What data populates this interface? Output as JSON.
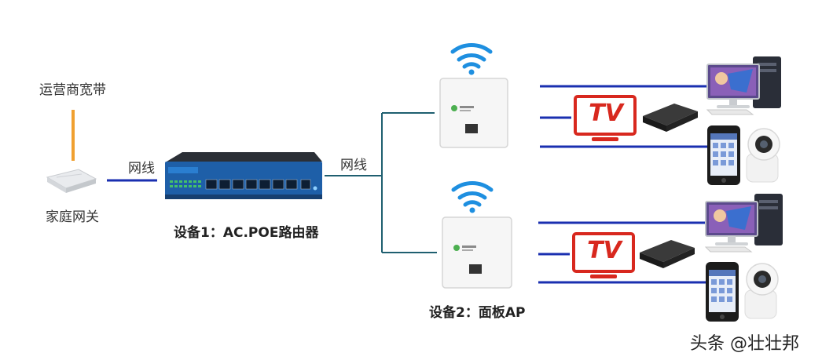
{
  "labels": {
    "isp": "运营商宽带",
    "home_gateway": "家庭网关",
    "cable_left": "网线",
    "cable_right": "网线",
    "device1": "设备1：AC.POE路由器",
    "device2": "设备2：面板AP",
    "watermark": "头条 @壮壮邦"
  },
  "tv_text": "TV",
  "colors": {
    "isp_line": "#f0a030",
    "blue_line": "#1a2fb0",
    "teal_line": "#1f5f70",
    "router_blue": "#1e5fa8",
    "tv_red": "#d8281e",
    "wifi_blue": "#1e8fe0"
  }
}
